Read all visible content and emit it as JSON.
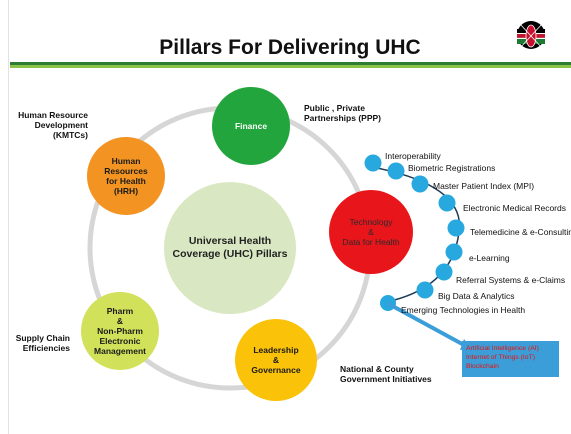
{
  "title": "Pillars For Delivering UHC",
  "center": {
    "label": "Universal Health\nCoverage (UHC) Pillars"
  },
  "pillars": {
    "finance": "Finance",
    "hrh": "Human\nResources\nfor Health\n(HRH)",
    "pharm": "Pharm\n&\nNon-Pharm\nElectronic\nManagement",
    "leadership": "Leadership\n&\nGovernance",
    "technology": "Technology\n&\nData for Health"
  },
  "side_labels": {
    "ppp": "Public , Private\nPartnerships (PPP)",
    "kmtc": "Human Resource\nDevelopment\n(KMTCs)",
    "supply_chain": "Supply Chain\nEfficiencies",
    "national_county": "National & County\nGovernment Initiatives"
  },
  "technology_items": [
    "Interoperability",
    "Biometric Registrations",
    "Master Patient Index (MPI)",
    "Electronic Medical Records",
    "Telemedicine & e-Consulting",
    "e-Learning",
    "Referral Systems & e-Claims",
    "Big Data & Analytics",
    "Emerging Technologies in Health"
  ],
  "emerging_box": [
    "Artificial Intelligence (AI)",
    "Internet of Things (IoT)",
    "Blockchain"
  ],
  "colors": {
    "finance": "#22a53c",
    "hrh": "#f39422",
    "pharm": "#d2e15a",
    "leadership": "#fbc20a",
    "technology": "#e8161b",
    "center": "#d9e8c2",
    "tech_dots": "#27a8de",
    "ai_box": "#3c9ed8",
    "rule_dark": "#2e7d32",
    "rule_light": "#8bc34a"
  },
  "icons": {
    "logo": "kenya-coat-of-arms-icon"
  }
}
